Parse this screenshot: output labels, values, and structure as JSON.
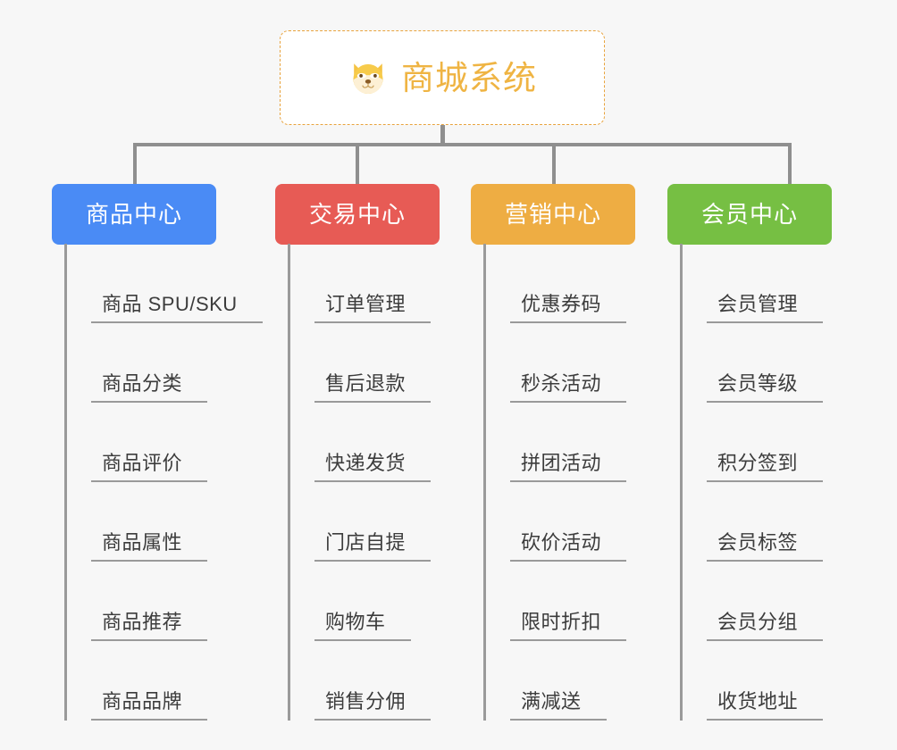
{
  "canvas": {
    "background": "#f7f7f7",
    "line_color": "#8f8f8f",
    "leaf_line_color": "#9a9a9a"
  },
  "root": {
    "title": "商城系统",
    "icon": "dog-face-icon",
    "text_color": "#efb443",
    "border_color": "#e8a33d",
    "background": "#ffffff"
  },
  "branches": [
    {
      "label": "商品中心",
      "color": "#4a8bf5",
      "leaves": [
        "商品 SPU/SKU",
        "商品分类",
        "商品评价",
        "商品属性",
        "商品推荐",
        "商品品牌"
      ]
    },
    {
      "label": "交易中心",
      "color": "#e75b55",
      "leaves": [
        "订单管理",
        "售后退款",
        "快递发货",
        "门店自提",
        "购物车",
        "销售分佣"
      ]
    },
    {
      "label": "营销中心",
      "color": "#eead43",
      "leaves": [
        "优惠券码",
        "秒杀活动",
        "拼团活动",
        "砍价活动",
        "限时折扣",
        "满减送"
      ]
    },
    {
      "label": "会员中心",
      "color": "#76bf43",
      "leaves": [
        "会员管理",
        "会员等级",
        "积分签到",
        "会员标签",
        "会员分组",
        "收货地址"
      ]
    }
  ]
}
